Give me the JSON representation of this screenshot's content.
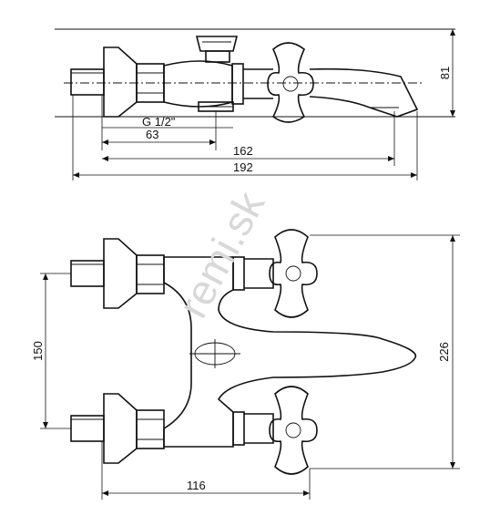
{
  "drawing": {
    "dimensions": {
      "height_top": "81",
      "thread": "G 1/2\"",
      "dim_63": "63",
      "dim_162": "162",
      "dim_192": "192",
      "dim_150": "150",
      "dim_226": "226",
      "dim_116": "116"
    },
    "watermark": "remi.sk"
  }
}
